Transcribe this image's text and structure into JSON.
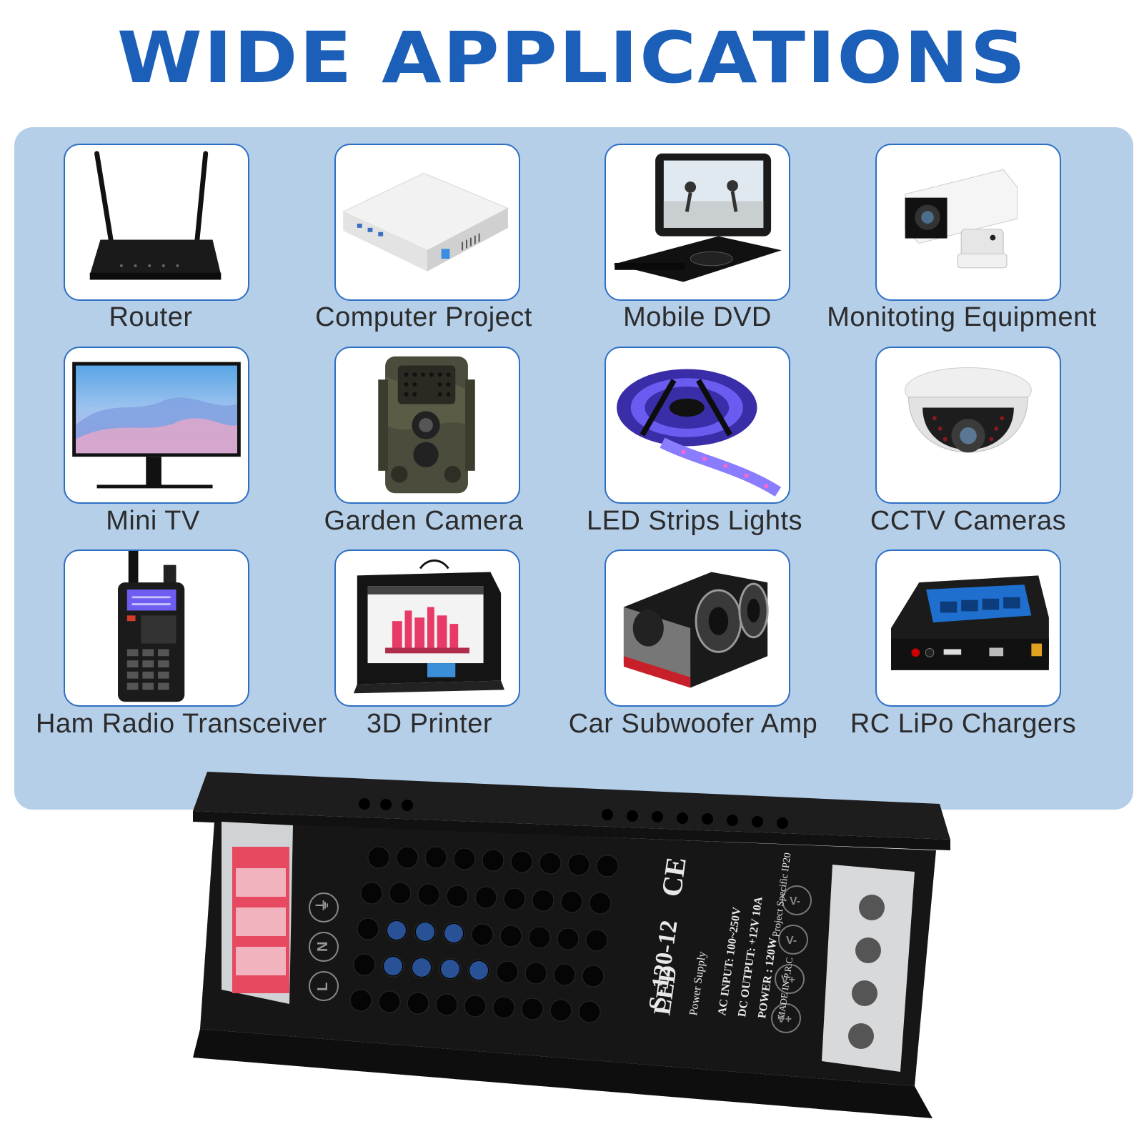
{
  "headline": "WIDE APPLICATIONS",
  "applications": [
    {
      "label": "Router",
      "icon": "router-icon"
    },
    {
      "label": "Computer Project",
      "icon": "mini-pc-icon"
    },
    {
      "label": "Mobile DVD",
      "icon": "portable-dvd-icon"
    },
    {
      "label": "Monitoting Equipment",
      "icon": "security-camera-icon"
    },
    {
      "label": "Mini TV",
      "icon": "monitor-icon"
    },
    {
      "label": "Garden Camera",
      "icon": "trail-camera-icon"
    },
    {
      "label": "LED Strips Lights",
      "icon": "led-strip-icon"
    },
    {
      "label": "CCTV Cameras",
      "icon": "dome-camera-icon"
    },
    {
      "label": "Ham Radio Transceiver",
      "icon": "radio-icon"
    },
    {
      "label": "3D Printer",
      "icon": "printer-3d-icon"
    },
    {
      "label": "Car Subwoofer Amp",
      "icon": "subwoofer-icon"
    },
    {
      "label": "RC LiPo Chargers",
      "icon": "charger-icon"
    }
  ],
  "product": {
    "model": "S-120-12",
    "line1": "LED",
    "line2": "Power Supply",
    "input": "AC INPUT:  100~250V",
    "output": "DC OUTPUT:  +12V  10A",
    "power": "POWER  :  120W",
    "origin": "MADE IN P.R.C",
    "spec": "Project Specific  IP20",
    "ce": "CE",
    "terminals_left": [
      "L",
      "N",
      "⏚"
    ],
    "terminals_right": [
      "V+",
      "V+",
      "V-",
      "V-"
    ]
  },
  "colors": {
    "headline": "#1c5fb8",
    "panel": "#b6cfe9",
    "tile_border": "#2e6fc4"
  }
}
